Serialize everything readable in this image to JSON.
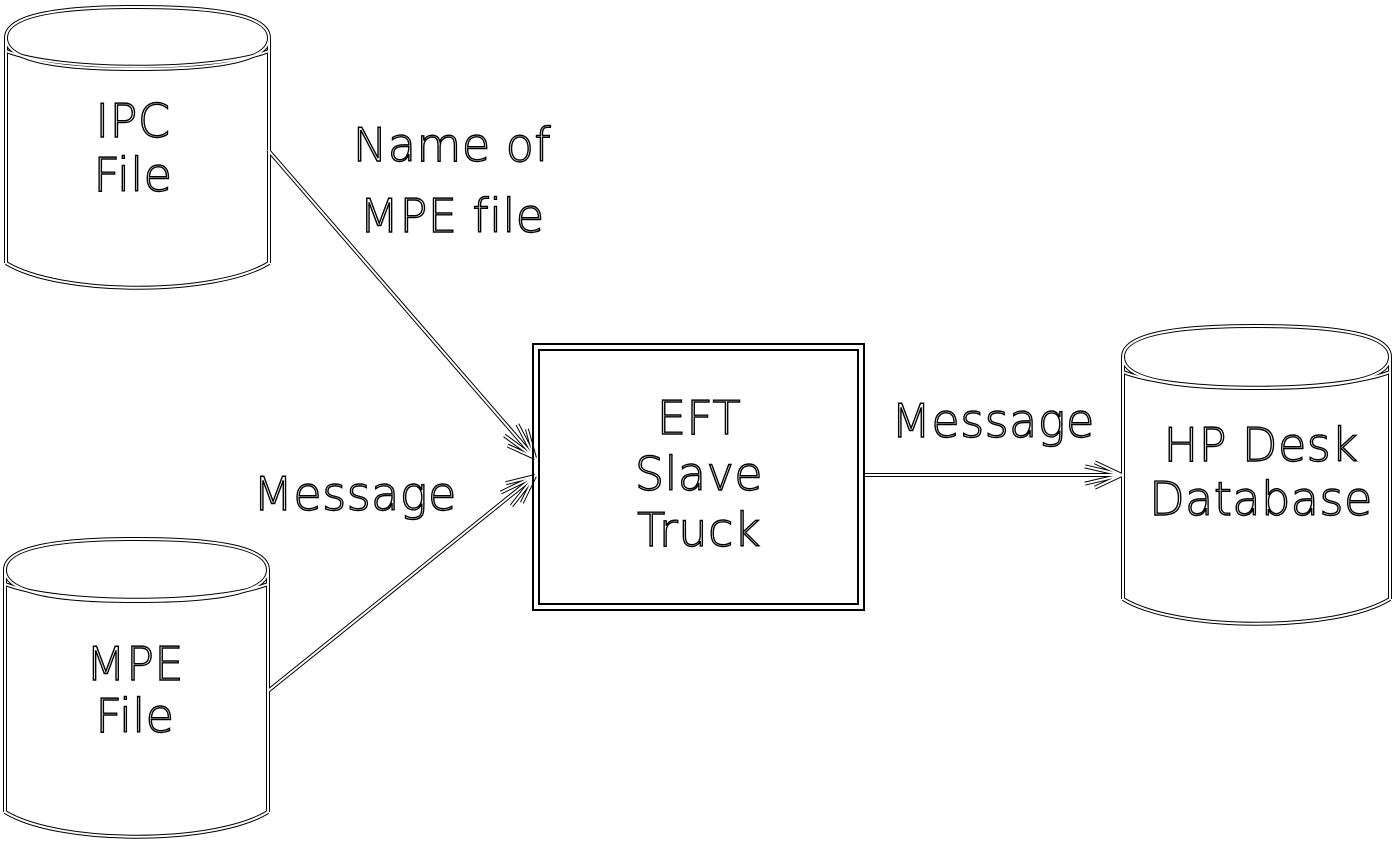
{
  "diagram": {
    "background_color": "#ffffff",
    "line_color": "#000000",
    "nodes": {
      "ipc_file": {
        "shape": "cylinder",
        "line1": "IPC",
        "line2": "File"
      },
      "mpe_file": {
        "shape": "cylinder",
        "line1": "MPE",
        "line2": "File"
      },
      "eft_slave_truck": {
        "shape": "rectangle",
        "line1": "EFT",
        "line2": "Slave",
        "line3": "Truck"
      },
      "hp_desk_database": {
        "shape": "cylinder",
        "line1": "HP Desk",
        "line2": "Database"
      }
    },
    "edges": {
      "ipc_to_eft": {
        "from": "IPC File",
        "to": "EFT Slave Truck",
        "label_line1": "Name of",
        "label_line2": "MPE file"
      },
      "mpe_to_eft": {
        "from": "MPE File",
        "to": "EFT Slave Truck",
        "label": "Message"
      },
      "eft_to_hp": {
        "from": "EFT Slave Truck",
        "to": "HP Desk Database",
        "label": "Message"
      }
    }
  }
}
